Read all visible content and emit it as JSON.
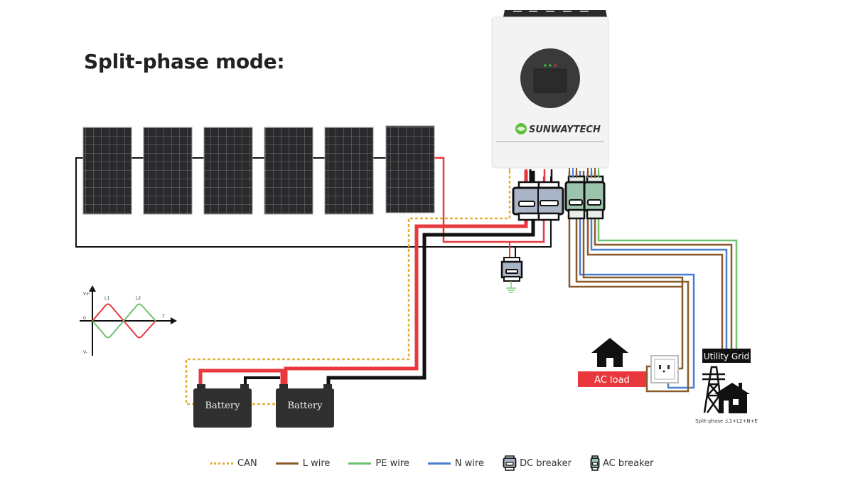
{
  "title": "Split-phase mode:",
  "inverter": {
    "brand": "SUNWAYTECH",
    "status_leds": [
      "#3cc44a",
      "#3cc44a",
      "#e0332f"
    ]
  },
  "solar_array": {
    "panel_count": 6
  },
  "waveform": {
    "axis_v_plus": "V+",
    "axis_v_minus": "V-",
    "axis_zero": "0",
    "axis_t": "T",
    "label_l1": "L1",
    "label_l2": "L2"
  },
  "batteries": [
    {
      "label": "Battery"
    },
    {
      "label": "Battery"
    }
  ],
  "ac_load": {
    "label": "AC load"
  },
  "utility_grid": {
    "label": "Utility Grid",
    "caption": "Split-phase :L1+L2+N+E"
  },
  "colors": {
    "can": "#e0b13a",
    "l_wire": "#8b5a2b",
    "pe_wire": "#6cc270",
    "n_wire": "#4a7fd0",
    "dc_positive": "#e8383d",
    "dc_negative": "#111111",
    "dc_breaker": "#a9b4c6",
    "ac_breaker": "#9cc4ad",
    "ac_load_bg": "#e8383d"
  },
  "legend": [
    {
      "key": "can",
      "label": "CAN",
      "style": "dotted"
    },
    {
      "key": "l_wire",
      "label": "L wire",
      "style": "solid"
    },
    {
      "key": "pe_wire",
      "label": "PE wire",
      "style": "solid"
    },
    {
      "key": "n_wire",
      "label": "N wire",
      "style": "solid"
    },
    {
      "key": "dc_breaker",
      "label": "DC breaker",
      "style": "icon"
    },
    {
      "key": "ac_breaker",
      "label": "AC breaker",
      "style": "icon"
    }
  ]
}
